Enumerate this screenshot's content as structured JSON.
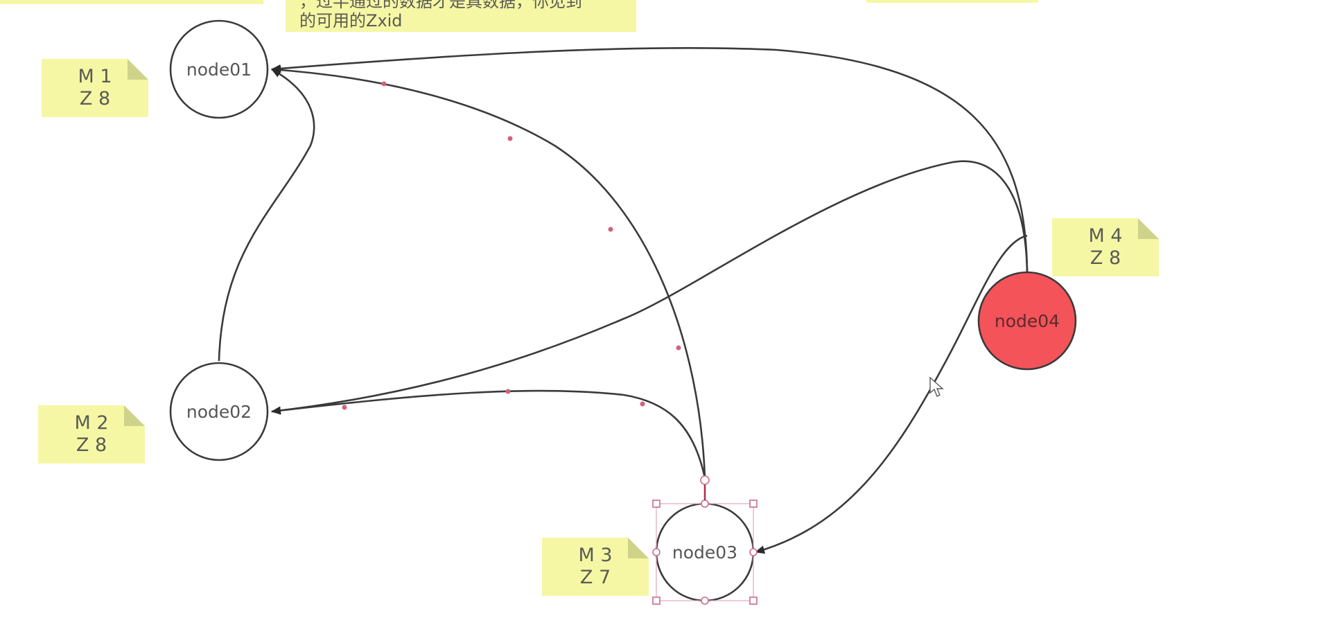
{
  "top_note": {
    "line1": "，过半通过的数据才是真数据，你见到",
    "line2": "的可用的Zxid"
  },
  "nodes": [
    {
      "id": "node01",
      "label": "node01",
      "fill": "#ffffff"
    },
    {
      "id": "node02",
      "label": "node02",
      "fill": "#ffffff"
    },
    {
      "id": "node03",
      "label": "node03",
      "fill": "#ffffff",
      "selected": true
    },
    {
      "id": "node04",
      "label": "node04",
      "fill": "#f4535a"
    }
  ],
  "notes": [
    {
      "id": "note1",
      "line1": "M 1",
      "line2": "Z 8"
    },
    {
      "id": "note2",
      "line1": "M 2",
      "line2": "Z 8"
    },
    {
      "id": "note3",
      "line1": "M 3",
      "line2": "Z 7"
    },
    {
      "id": "note4",
      "line1": "M 4",
      "line2": "Z 8"
    }
  ],
  "edges": [
    {
      "from": "node02",
      "to": "node01"
    },
    {
      "from": "node03",
      "to": "node01"
    },
    {
      "from": "node03",
      "to": "node02"
    },
    {
      "from": "node04",
      "to": "node01"
    },
    {
      "from": "node04",
      "to": "node02"
    },
    {
      "from": "node04",
      "to": "node03"
    }
  ],
  "colors": {
    "note_background": "#f5f7a4",
    "edge_stroke": "#3a3a3a",
    "selection_handle": "#c96a8c",
    "leader_node_fill": "#f4535a"
  }
}
